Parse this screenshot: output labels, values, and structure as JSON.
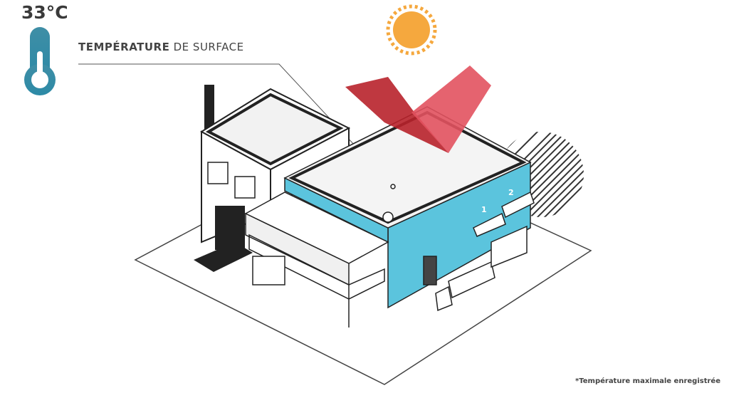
{
  "temperature": "33°C",
  "callout": {
    "bold": "TEMPÉRATURE",
    "rest": " DE SURFACE"
  },
  "footnote": "*Température maximale enregistrée",
  "docks": [
    "1",
    "2"
  ],
  "colors": {
    "accent_blue": "#5bc4dd",
    "reflection_red": "#e2525f",
    "sun": "#f5a83e",
    "thermometer": "#2f8fa8",
    "text": "#3a3a3a"
  }
}
